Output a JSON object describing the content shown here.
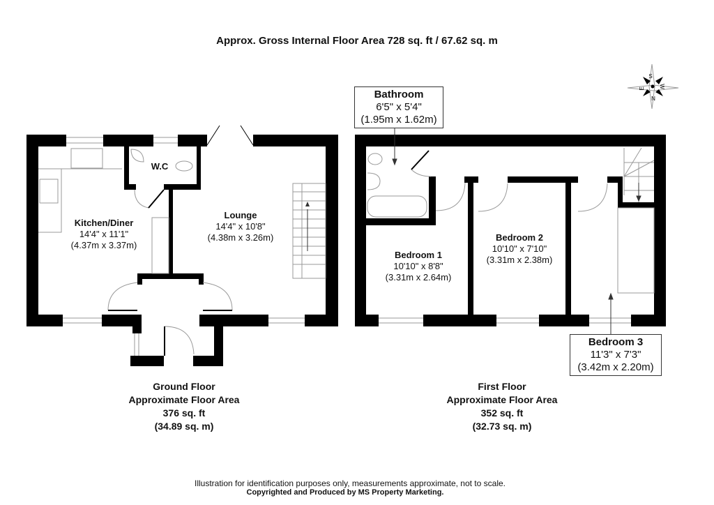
{
  "header": {
    "title": "Approx. Gross Internal Floor Area 728 sq. ft / 67.62 sq. m"
  },
  "compass": {
    "letters": [
      "S",
      "W",
      "N",
      "E"
    ]
  },
  "ground_floor": {
    "rooms": [
      {
        "name": "Kitchen/Diner",
        "imperial": "14'4\" x 11'1\"",
        "metric": "(4.37m x 3.37m)"
      },
      {
        "name": "W.C"
      },
      {
        "name": "Lounge",
        "imperial": "14'4\" x 10'8\"",
        "metric": "(4.38m x 3.26m)"
      }
    ],
    "caption": {
      "title": "Ground Floor",
      "subtitle": "Approximate Floor Area",
      "sqft": "376 sq. ft",
      "sqm": "(34.89 sq. m)"
    }
  },
  "first_floor": {
    "rooms": [
      {
        "name": "Bathroom",
        "imperial": "6'5\" x 5'4\"",
        "metric": "(1.95m x 1.62m)"
      },
      {
        "name": "Bedroom 1",
        "imperial": "10'10\" x 8'8\"",
        "metric": "(3.31m x 2.64m)"
      },
      {
        "name": "Bedroom 2",
        "imperial": "10'10\" x 7'10\"",
        "metric": "(3.31m x 2.38m)"
      },
      {
        "name": "Bedroom 3",
        "imperial": "11'3\" x 7'3\"",
        "metric": "(3.42m x 2.20m)"
      }
    ],
    "caption": {
      "title": "First Floor",
      "subtitle": "Approximate Floor Area",
      "sqft": "352 sq. ft",
      "sqm": "(32.73 sq. m)"
    }
  },
  "footer": {
    "line1": "Illustration for identification purposes only, measurements approximate, not to scale.",
    "line2": "Copyrighted  and Produced by MS Property Marketing."
  }
}
